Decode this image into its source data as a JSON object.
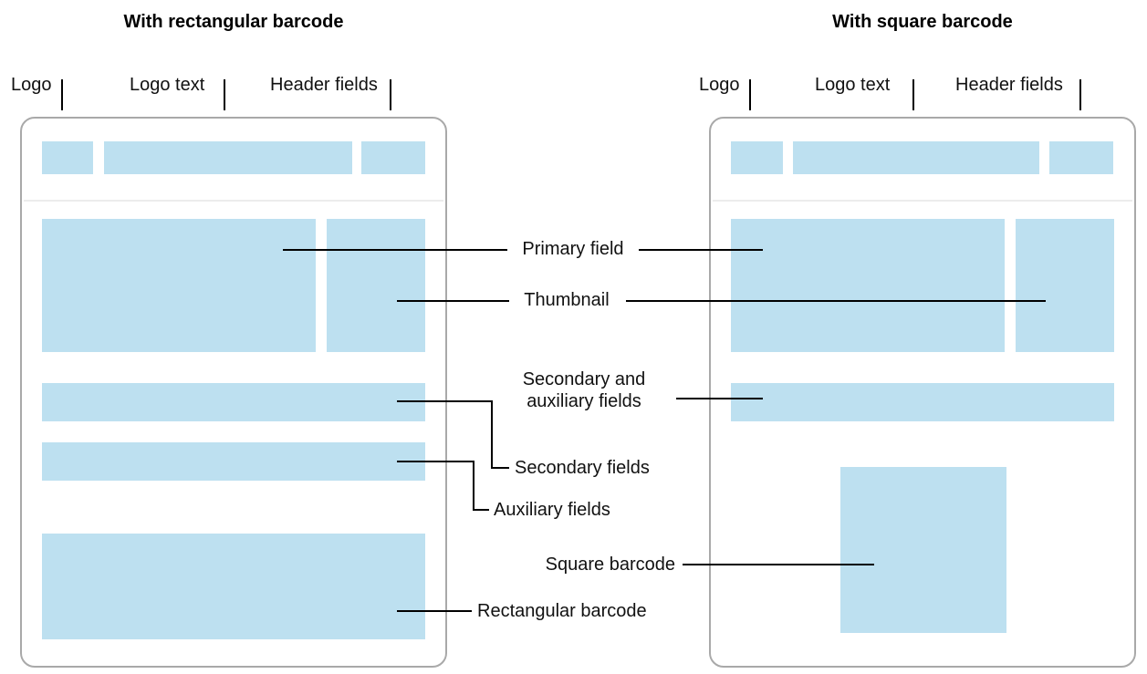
{
  "diagram": {
    "left_pass": {
      "title": "With rectangular barcode",
      "labels": {
        "logo": "Logo",
        "logo_text": "Logo text",
        "header_fields": "Header fields"
      }
    },
    "right_pass": {
      "title": "With square barcode",
      "labels": {
        "logo": "Logo",
        "logo_text": "Logo text",
        "header_fields": "Header fields"
      }
    },
    "callouts": {
      "primary_field": "Primary field",
      "thumbnail": "Thumbnail",
      "secondary_and_auxiliary_line1": "Secondary and",
      "secondary_and_auxiliary_line2": "auxiliary fields",
      "secondary_fields": "Secondary fields",
      "auxiliary_fields": "Auxiliary fields",
      "square_barcode": "Square barcode",
      "rectangular_barcode": "Rectangular barcode"
    },
    "colors": {
      "placeholder_block": "#BDE0F0",
      "pass_border": "#A9A9A9",
      "header_divider": "#ECECEC",
      "leader_line": "#000000"
    }
  }
}
